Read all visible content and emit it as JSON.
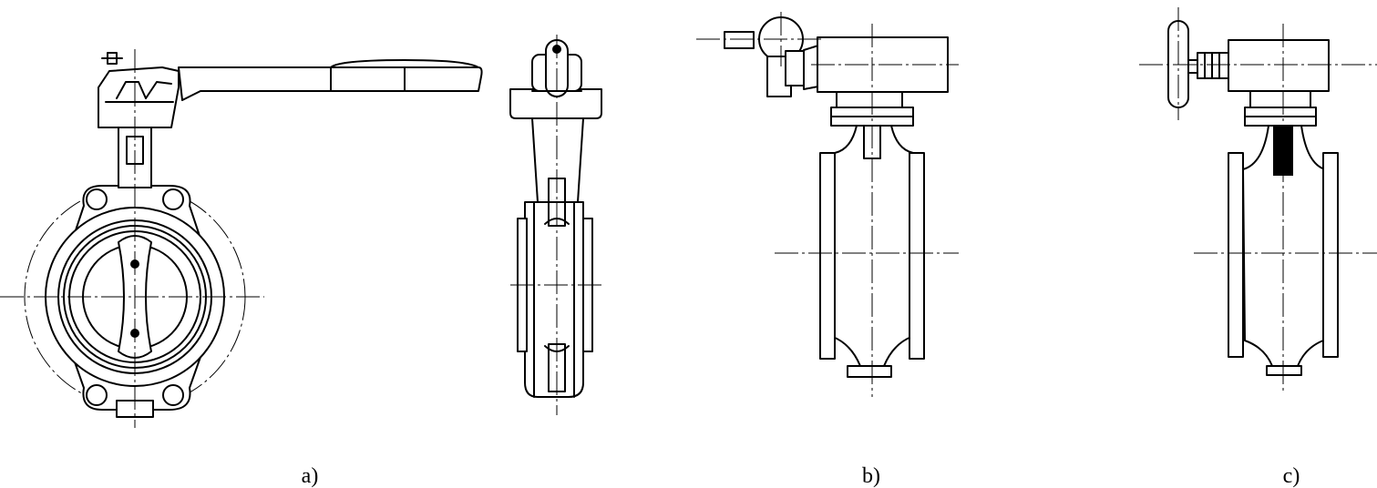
{
  "figure": {
    "captions": {
      "a": "a)",
      "b": "b)",
      "c": "c)"
    },
    "colors": {
      "line": "#000000",
      "background": "#ffffff"
    }
  }
}
